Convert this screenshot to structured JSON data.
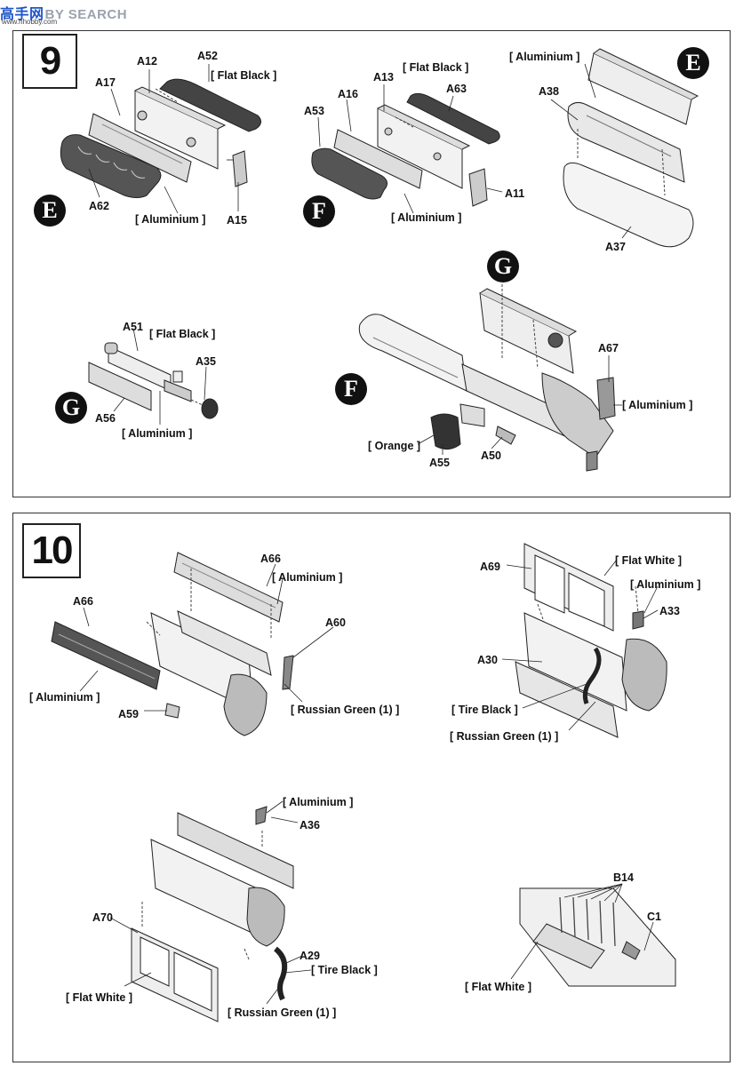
{
  "watermark": {
    "cn": "高手网",
    "text": "BY SEARCH",
    "sub": "www.hhobby.com"
  },
  "step9": {
    "number": "9",
    "sub1": {
      "labels": {
        "a12": "A12",
        "a52": "A52",
        "a17": "A17",
        "paint_a52": "[ Flat Black ]",
        "a62": "A62",
        "paint_body": "[ Aluminium ]",
        "a15": "A15"
      },
      "badge": "E"
    },
    "sub2": {
      "labels": {
        "a13": "A13",
        "paint_a63": "[ Flat Black ]",
        "a63": "A63",
        "a16": "A16",
        "a53": "A53",
        "a11": "A11",
        "paint_body": "[ Aluminium ]"
      },
      "badge": "F"
    },
    "sub3": {
      "labels": {
        "paint": "[ Aluminium ]",
        "a38": "A38",
        "a37": "A37"
      },
      "badge": "E"
    },
    "sub4": {
      "labels": {
        "a51": "A51",
        "paint_a51": "[ Flat Black ]",
        "a35": "A35",
        "a56": "A56",
        "paint_body": "[ Aluminium ]"
      },
      "badge": "G"
    },
    "sub5": {
      "labels": {
        "a67": "A67",
        "paint_a67": "[ Aluminium ]",
        "paint_a55": "[ Orange ]",
        "a55": "A55",
        "a50": "A50"
      },
      "badge_g": "G",
      "badge_f": "F"
    }
  },
  "step10": {
    "number": "10",
    "sub1": {
      "labels": {
        "a66_top": "A66",
        "paint_top": "[ Aluminium ]",
        "a66_left": "A66",
        "paint_left": "[ Aluminium ]",
        "a60": "A60",
        "a59": "A59",
        "paint_a60": "[ Russian Green (1) ]"
      }
    },
    "sub2": {
      "labels": {
        "a69": "A69",
        "paint_a69": "[ Flat White ]",
        "paint_a33": "[ Aluminium ]",
        "a33": "A33",
        "a30": "A30",
        "paint_tire": "[ Tire Black ]",
        "paint_green": "[ Russian Green (1) ]"
      }
    },
    "sub3": {
      "labels": {
        "paint_a36": "[ Aluminium ]",
        "a36": "A36",
        "a70": "A70",
        "paint_a70": "[ Flat White ]",
        "a29": "A29",
        "paint_tire": "[ Tire Black ]",
        "paint_green": "[ Russian Green (1) ]"
      }
    },
    "sub4": {
      "labels": {
        "b14": "B14",
        "c1": "C1",
        "paint": "[ Flat White ]"
      }
    }
  }
}
